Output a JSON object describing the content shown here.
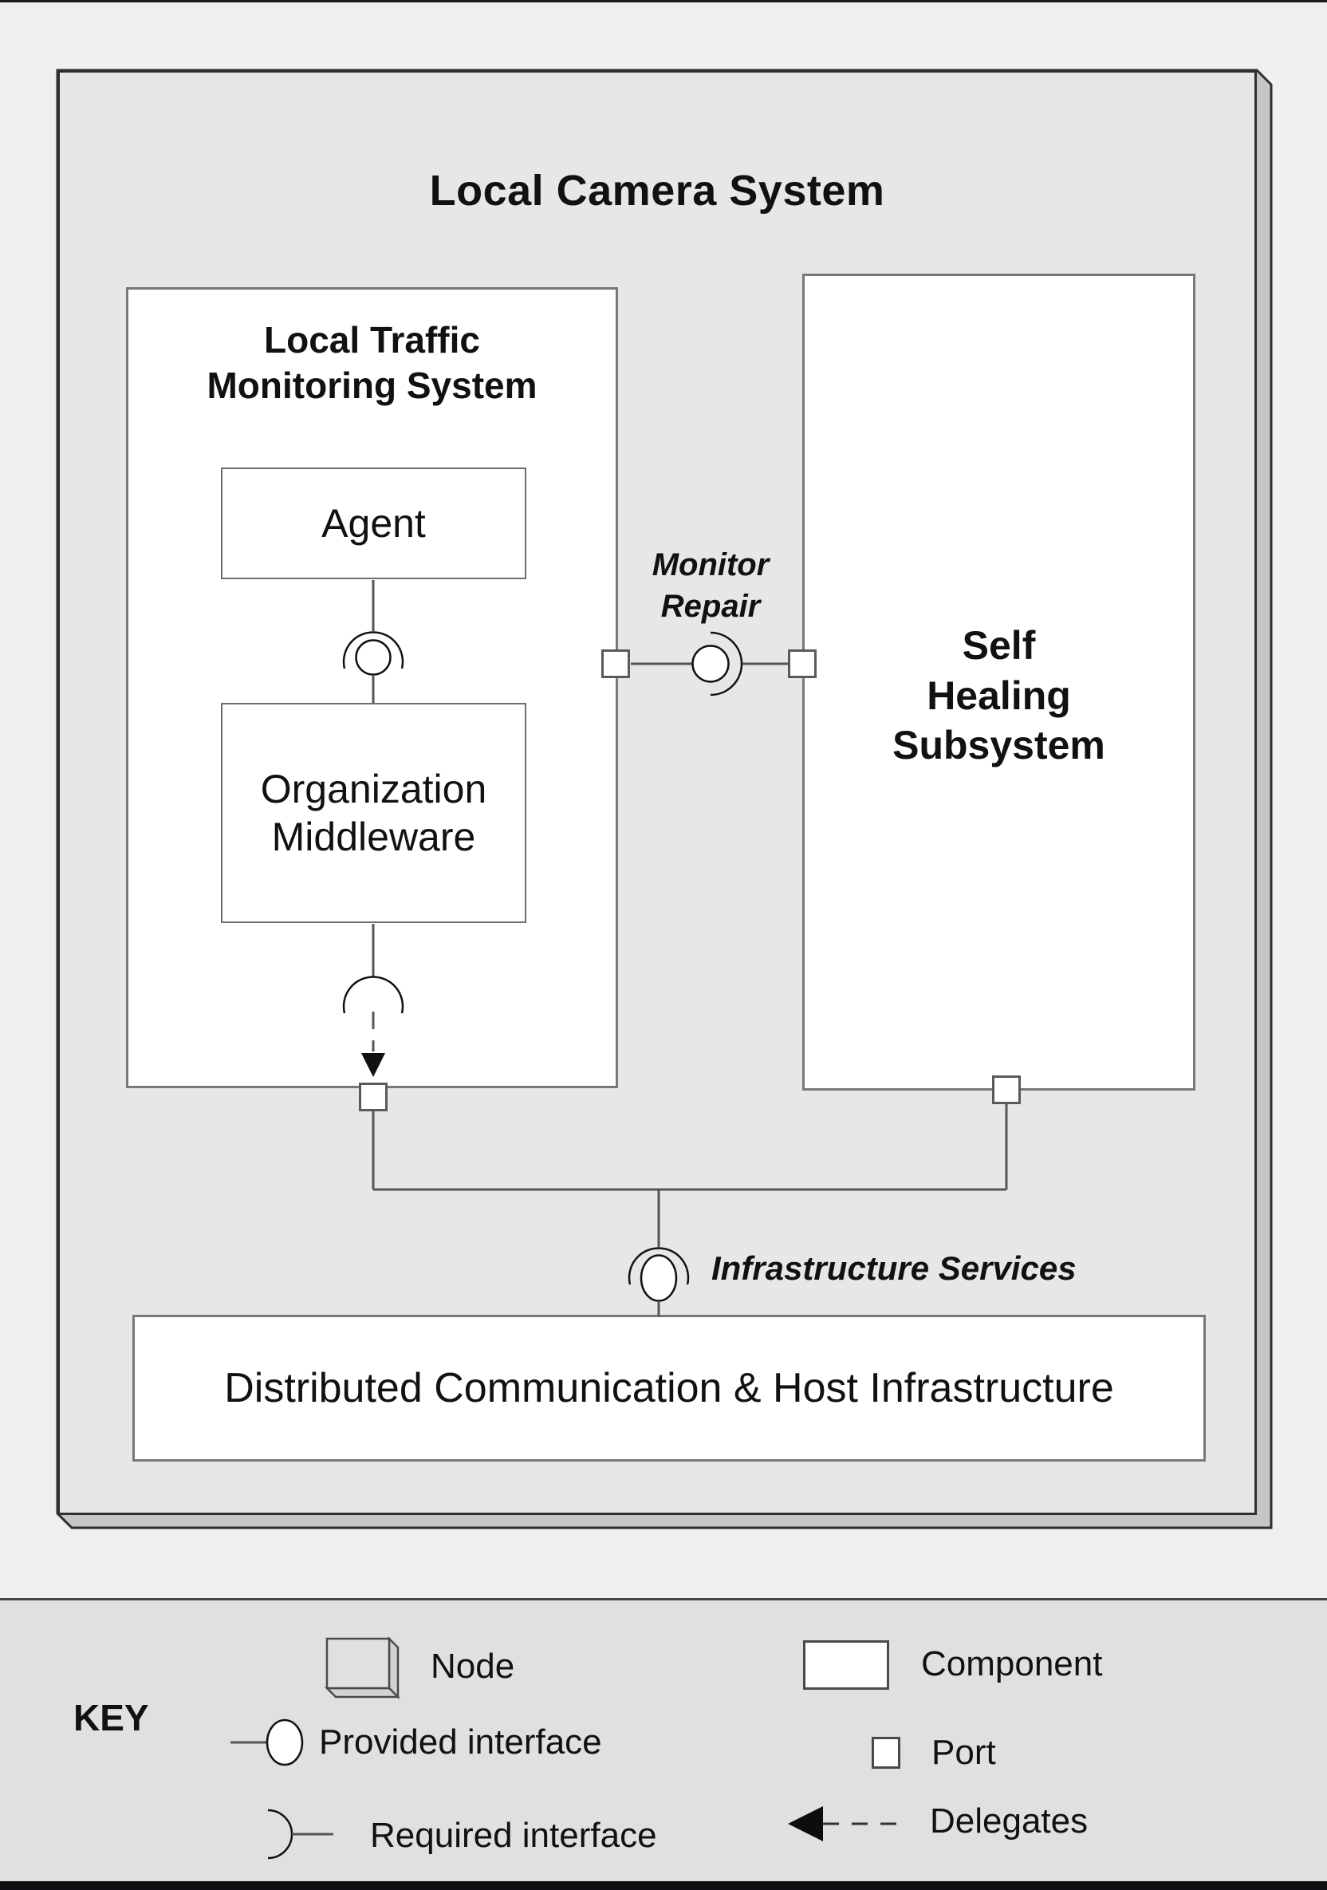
{
  "diagram": {
    "node_title": "Local Camera System",
    "ltms": {
      "title_line1": "Local Traffic",
      "title_line2": "Monitoring System"
    },
    "agent": {
      "label": "Agent"
    },
    "middleware": {
      "line1": "Organization",
      "line2": "Middleware"
    },
    "shs": {
      "line1": "Self",
      "line2": "Healing",
      "line3": "Subsystem"
    },
    "monitor_repair": {
      "line1": "Monitor",
      "line2": "Repair"
    },
    "infrastructure_label": "Infrastructure Services",
    "dchi": {
      "label": "Distributed Communication & Host Infrastructure"
    }
  },
  "key": {
    "title": "KEY",
    "items": [
      {
        "id": "node",
        "label": "Node"
      },
      {
        "id": "component",
        "label": "Component"
      },
      {
        "id": "provided",
        "label": "Provided interface"
      },
      {
        "id": "port",
        "label": "Port"
      },
      {
        "id": "required",
        "label": "Required interface"
      },
      {
        "id": "delegates",
        "label": "Delegates"
      }
    ]
  },
  "colors": {
    "page_background": "#efefef",
    "node_fill": "#e7e7e7",
    "node_side_fill": "#c6c6c6",
    "node_border": "#2f2f2f",
    "component_fill": "#ffffff",
    "component_border": "#787878",
    "line": "#555555",
    "arc_and_ball": "#111111",
    "key_background": "#e0e0e0",
    "bottom_bar": "#101014"
  }
}
